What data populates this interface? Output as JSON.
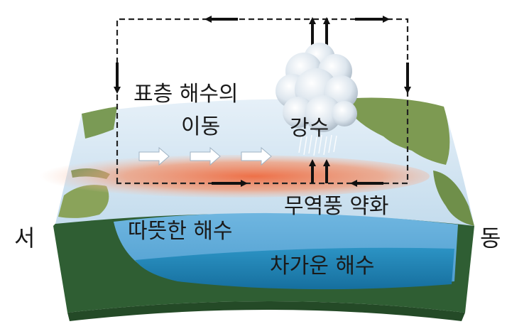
{
  "labels": {
    "west": "서",
    "east": "동",
    "surface_current": "표층 해수의",
    "surface_current_2": "이동",
    "precipitation": "강수",
    "trade_wind": "무역풍 약화",
    "warm_water": "따뜻한 해수",
    "cold_water": "차가운 해수"
  },
  "colors": {
    "ocean_surface": "#cfe3f2",
    "warm_band": "#ef7d55",
    "warm_water": "#5aa6d6",
    "cold_water": "#1f86b8",
    "seabed": "#2f5e33",
    "circulation_line": "#222222",
    "arrow": "#111111"
  },
  "icons": {
    "cloud": "cumulonimbus-cloud-icon",
    "rain": "rain-streaks-icon",
    "current_arrow": "white-right-arrow-icon"
  }
}
